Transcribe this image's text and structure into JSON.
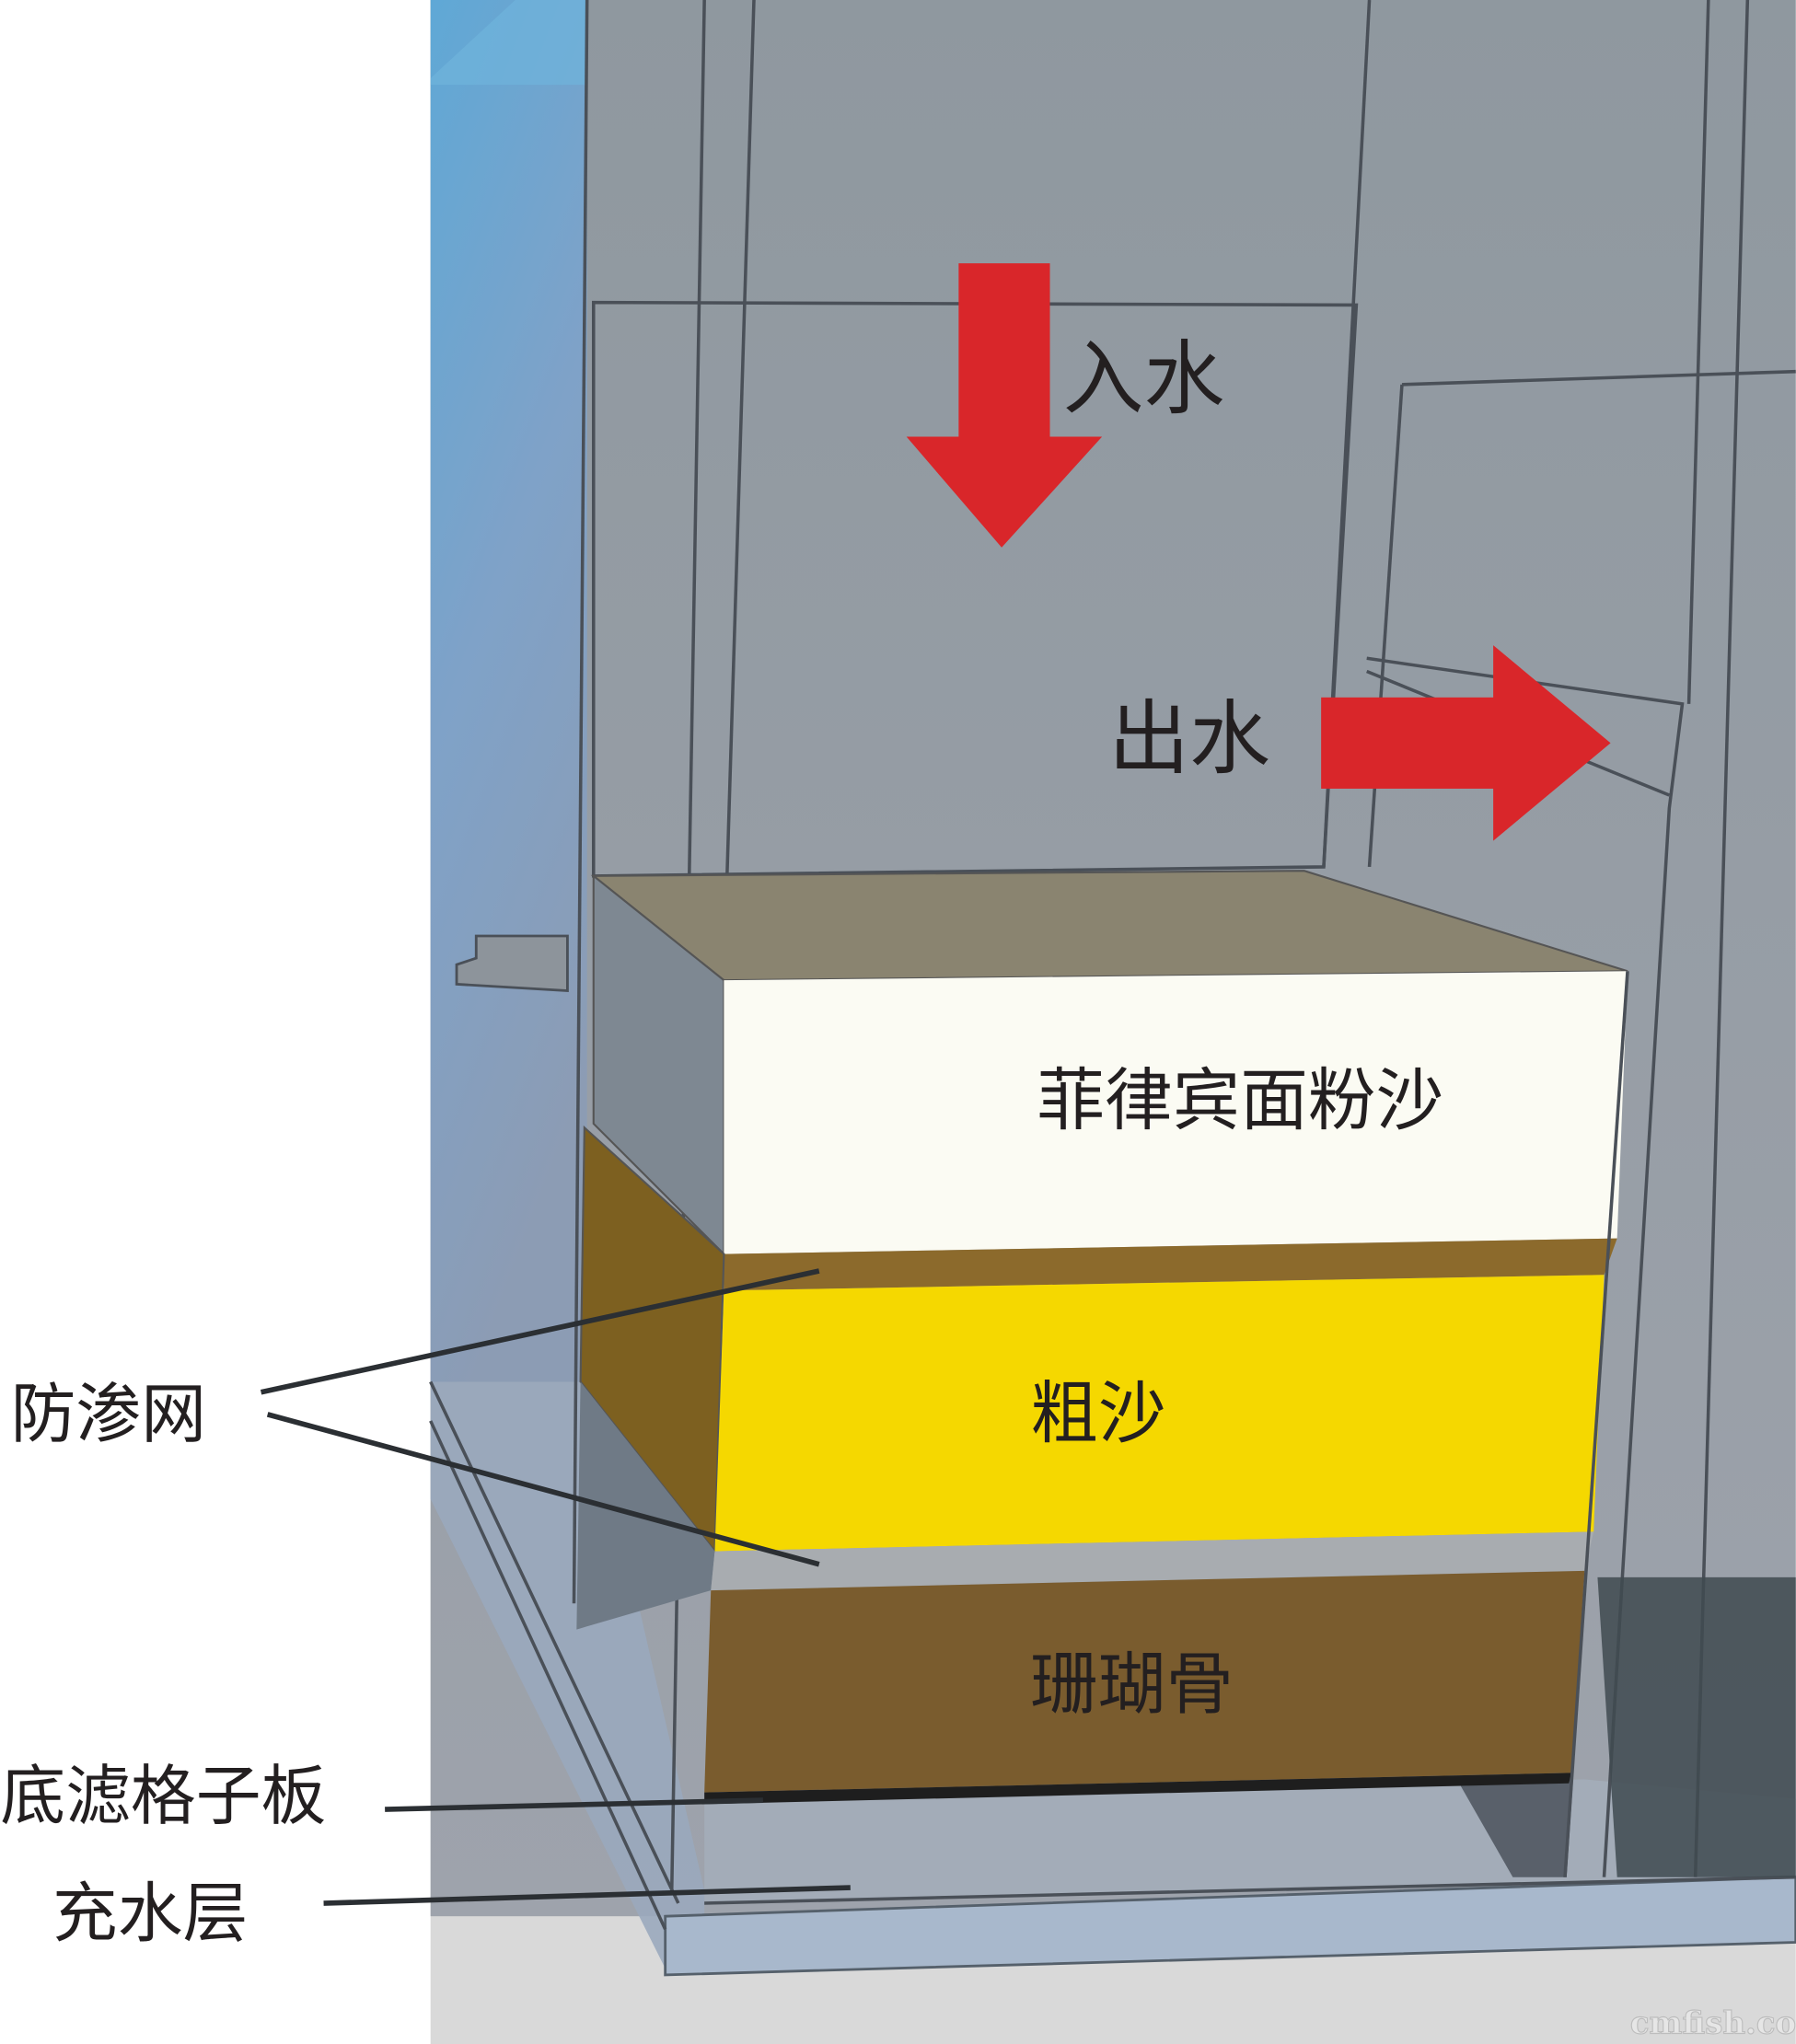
{
  "labels": {
    "water_in": "入水",
    "water_out": "出水",
    "layer_top": "菲律宾面粉沙",
    "layer_middle": "粗沙",
    "layer_bottom": "珊瑚骨",
    "anti_seep_mesh": "防渗网",
    "bottom_filter_grid": "底滤格子板",
    "water_layer": "充水层"
  },
  "watermark": "cmfish.com",
  "colors": {
    "arrow": "#d9262a",
    "layer_top": "#fbfbf3",
    "layer_middle": "#f5d800",
    "layer_bottom": "#7a5c2e",
    "tank": "#9ba1aa"
  }
}
